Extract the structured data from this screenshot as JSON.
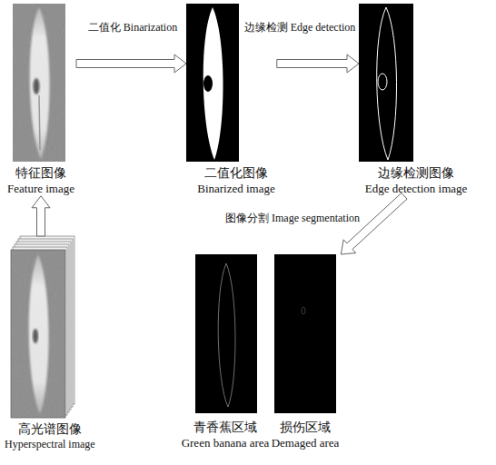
{
  "diagram": {
    "nodes": [
      {
        "text": [
          "特征图像",
          "Feature image"
        ]
      },
      {
        "text": [
          "二值化图像",
          "Binarized image"
        ]
      },
      {
        "text": [
          "边缘检测图像",
          "Edge detection image"
        ]
      },
      {
        "text": [
          "高光谱图像",
          "Hyperspectral image"
        ]
      },
      {
        "text": [
          "青香蕉区域",
          "Green banana area"
        ]
      },
      {
        "text": [
          "损伤区域",
          "Demaged area"
        ]
      }
    ],
    "edges": [
      {
        "from": 3,
        "to": 0,
        "arrow": "to"
      },
      {
        "from": 0,
        "to": 1,
        "label": "二值化 Binarization",
        "arrow": "to"
      },
      {
        "from": 1,
        "to": 2,
        "label": "边缘检测 Edge detection",
        "arrow": "to"
      },
      {
        "from": 2,
        "to": 5,
        "label": "图像分割 Image segmentation",
        "arrow": "to"
      }
    ]
  }
}
